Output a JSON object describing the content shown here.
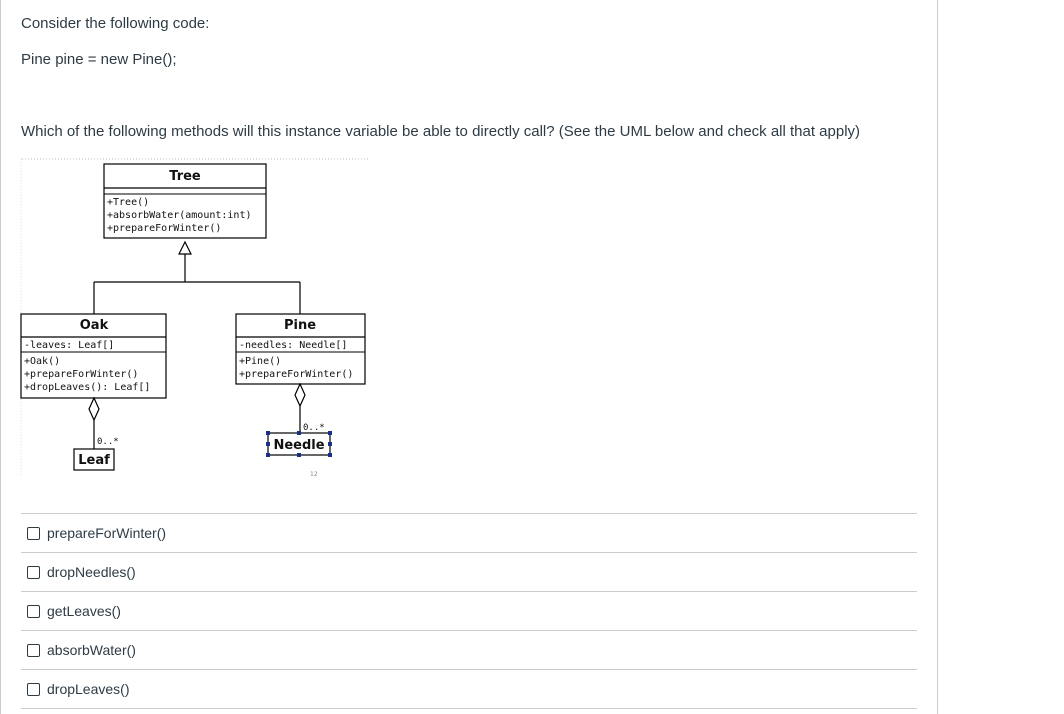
{
  "question": {
    "line1": "Consider the following code:",
    "code": "Pine pine = new Pine();",
    "prompt": "Which of the following methods will this instance variable be able to directly call? (See the UML below and check all that apply)"
  },
  "uml": {
    "tree": {
      "name": "Tree",
      "methods": [
        "+Tree()",
        "+absorbWater(amount:int)",
        "+prepareForWinter()"
      ]
    },
    "oak": {
      "name": "Oak",
      "attributes": [
        "-leaves: Leaf[]"
      ],
      "methods": [
        "+Oak()",
        "+prepareForWinter()",
        "+dropLeaves(): Leaf[]"
      ]
    },
    "pine": {
      "name": "Pine",
      "attributes": [
        "-needles: Needle[]"
      ],
      "methods": [
        "+Pine()",
        "+prepareForWinter()"
      ]
    },
    "leaf": {
      "name": "Leaf",
      "multiplicity": "0..*"
    },
    "needle": {
      "name": "Needle",
      "multiplicity": "0..*"
    },
    "stray_text": "12"
  },
  "answers": [
    {
      "label": "prepareForWinter()",
      "checked": false
    },
    {
      "label": "dropNeedles()",
      "checked": false
    },
    {
      "label": "getLeaves()",
      "checked": false
    },
    {
      "label": "absorbWater()",
      "checked": false
    },
    {
      "label": "dropLeaves()",
      "checked": false
    }
  ]
}
